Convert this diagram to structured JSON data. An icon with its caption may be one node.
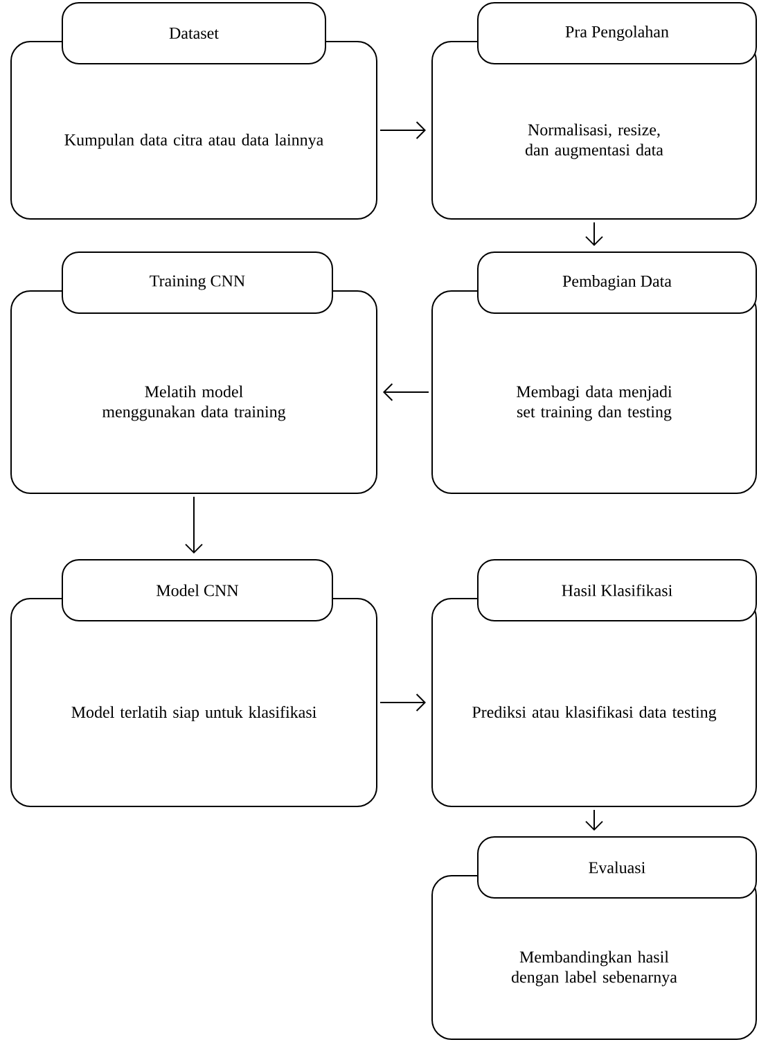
{
  "diagram": {
    "nodes": [
      {
        "text": [
          "Dataset",
          "Kumpulan data citra atau data lainnya"
        ]
      },
      {
        "text": [
          "Pra Pengolahan",
          "Normalisasi, resize, dan augmentasi data"
        ]
      },
      {
        "text": [
          "Pembagian Data",
          "Membagi data menjadi set training dan testing"
        ]
      },
      {
        "text": [
          "Training CNN",
          "Melatih model menggunakan data training"
        ]
      },
      {
        "text": [
          "Model CNN",
          "Model terlatih siap untuk klasifikasi"
        ]
      },
      {
        "text": [
          "Hasil Klasifikasi",
          "Prediksi atau klasifikasi data testing"
        ]
      },
      {
        "text": [
          "Evaluasi",
          "Membandingkan hasil dengan label sebenarnya"
        ]
      }
    ],
    "edges": [
      {
        "from": 0,
        "to": 1,
        "arrow": "to"
      },
      {
        "from": 1,
        "to": 2,
        "arrow": "to"
      },
      {
        "from": 2,
        "to": 3,
        "arrow": "to"
      },
      {
        "from": 3,
        "to": 4,
        "arrow": "to"
      },
      {
        "from": 4,
        "to": 5,
        "arrow": "to"
      },
      {
        "from": 5,
        "to": 6,
        "arrow": "to"
      }
    ]
  }
}
